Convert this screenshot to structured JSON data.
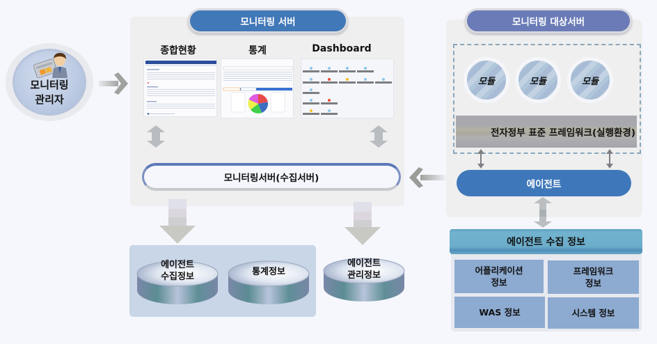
{
  "admin": {
    "label_line1": "모니터링",
    "label_line2": "관리자",
    "icon": "person-with-screen-icon"
  },
  "monitoring_server": {
    "title": "모니터링 서버",
    "screens": [
      {
        "title": "종합현황",
        "kind": "table-overview"
      },
      {
        "title": "통계",
        "kind": "pie-statistics"
      },
      {
        "title": "Dashboard",
        "kind": "status-dashboard"
      }
    ],
    "collector": "모니터링서버(수집서버)"
  },
  "target_server": {
    "title": "모니터링 대상서버",
    "modules": [
      "모듈",
      "모듈",
      "모듈"
    ],
    "framework": "전자정부 표준 프레임워크(실행환경)",
    "agent": "에이전트"
  },
  "agent_info": {
    "title": "에이전트 수집 정보",
    "cells": [
      {
        "line1": "어플리케이션",
        "line2": "정보"
      },
      {
        "line1": "프레임워크",
        "line2": "정보"
      },
      {
        "line1": "WAS 정보",
        "line2": ""
      },
      {
        "line1": "시스템 정보",
        "line2": ""
      }
    ]
  },
  "databases": [
    {
      "line1": "에이전트",
      "line2": "수집정보"
    },
    {
      "line1": "통계정보",
      "line2": ""
    },
    {
      "line1": "에이전트",
      "line2": "관리정보"
    }
  ],
  "colors": {
    "server_pill": "#4178b8",
    "target_pill": "#6a7bb7",
    "agent_pill": "#3f78ba",
    "info_cell": "#8daad0",
    "panel_bg": "#efefef",
    "page_bg": "#f6f7fd"
  }
}
